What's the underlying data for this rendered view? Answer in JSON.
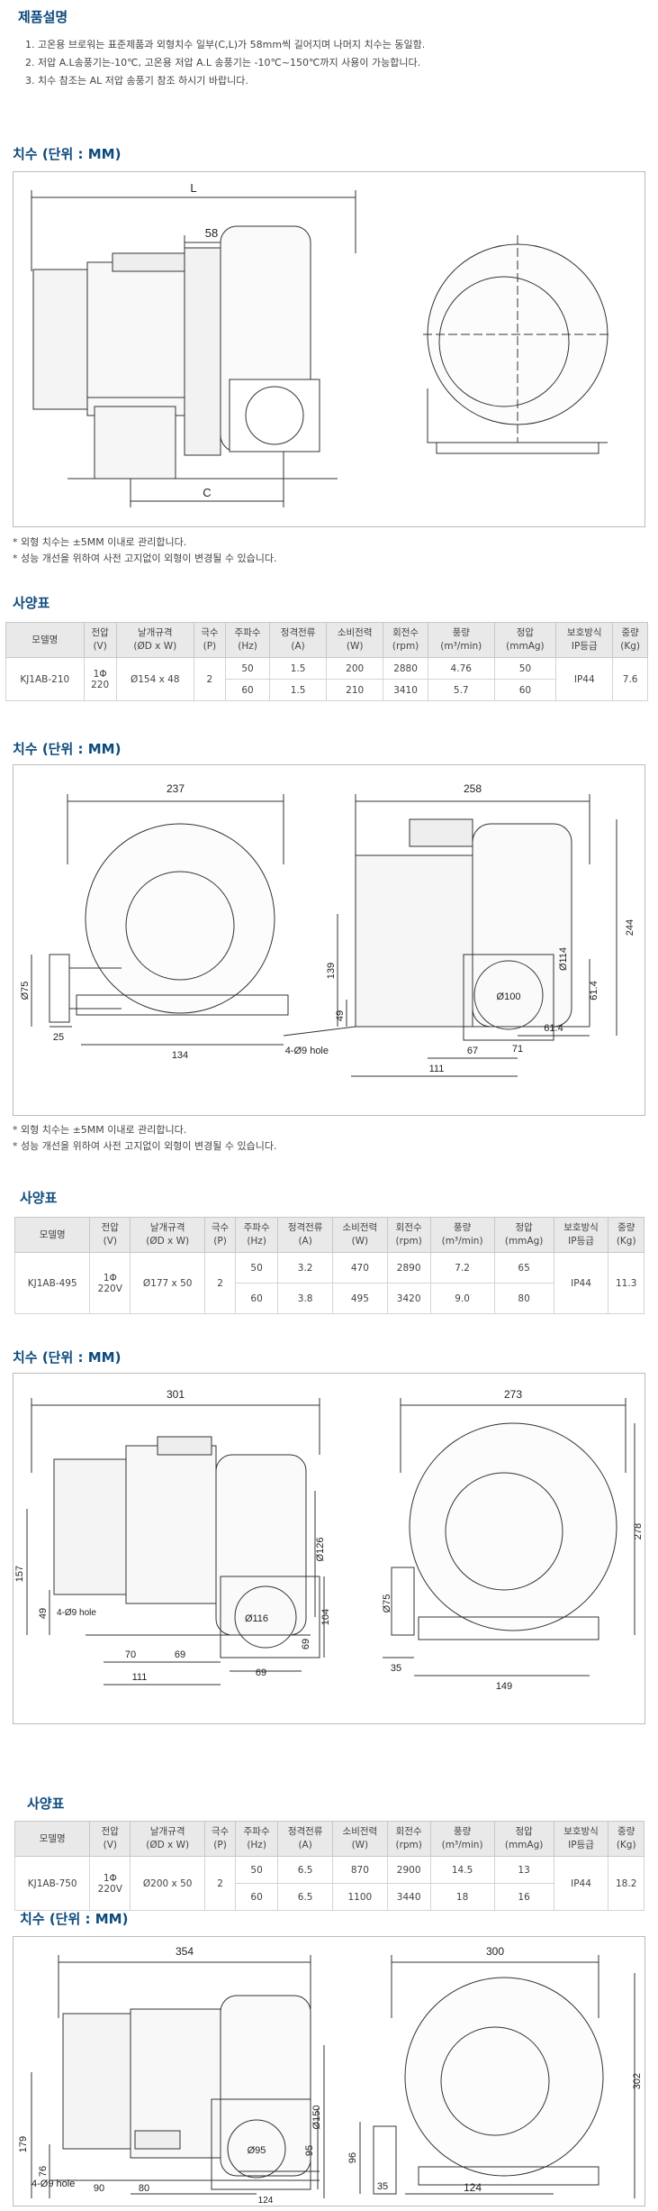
{
  "product_desc": {
    "title": "제품설명",
    "items": [
      "1.  고온용 브로워는 표준제품과 외형치수 일부(C,L)가 58mm씩 길어지며 나머지 치수는 동일함.",
      "2.  저압 A.L송풍기는-10℃, 고온용 저압 A.L 송풍기는 -10℃~150℃까지 사용이 가능합니다.",
      "3.  치수 참조는 AL 저압 송풍기 참조 하시기 바랍니다."
    ]
  },
  "sections": [
    {
      "dim_title": "치수 (단위 : MM)",
      "dims": {
        "L": "L",
        "d58": "58",
        "C": "C"
      },
      "notes": [
        "* 외형 치수는 ±5MM 이내로 관리합니다.",
        "* 성능 개선을 위하여 사전 고지없이 외형이 변경될 수 있습니다."
      ]
    },
    {
      "dim_title": "치수 (단위 : MM)",
      "dims": {
        "w": "237",
        "d": "258",
        "phi75": "Ø75",
        "d25": "25",
        "d134": "134",
        "d139": "139",
        "d49": "49",
        "hole": "4-Ø9 hole",
        "d67": "67",
        "d111": "111",
        "d71": "71",
        "d614a": "61.4",
        "d614b": "61.4",
        "phi100": "Ø100",
        "phi114": "Ø114",
        "d244": "244"
      },
      "notes": [
        "* 외형 치수는 ±5MM 이내로 관리합니다.",
        "* 성능 개선을 위하여 사전 고지없이 외형이 변경될 수 있습니다."
      ]
    },
    {
      "dim_title": "치수 (단위 : MM)",
      "dims": {
        "w": "301",
        "d": "273",
        "h": "278",
        "d157": "157",
        "d49": "49",
        "hole": "4-Ø9 hole",
        "d70": "70",
        "d69a": "69",
        "d111": "111",
        "phi116": "Ø116",
        "d69b": "69",
        "d104": "104",
        "phi75": "Ø75",
        "d35": "35",
        "d149": "149",
        "phi126": "Ø126",
        "d69c": "69"
      }
    },
    {
      "dim_title": "치수 (단위 : MM)",
      "dims": {
        "w": "354",
        "d": "300",
        "h": "302",
        "d179": "179",
        "d76": "76",
        "hole": "4-Ø9 hole",
        "d90": "90",
        "d80": "80",
        "d124a": "124",
        "phi95": "Ø95",
        "d95": "95",
        "phi150": "Ø150",
        "d96": "96",
        "d35": "35",
        "d124b": "124"
      }
    }
  ],
  "spec_tables": [
    {
      "title": "사양표",
      "headers": [
        [
          "모델명",
          ""
        ],
        [
          "전압",
          "(V)"
        ],
        [
          "날개규격",
          "(ØD x W)"
        ],
        [
          "극수",
          "(P)"
        ],
        [
          "주파수",
          "(Hz)"
        ],
        [
          "정격전류",
          "(A)"
        ],
        [
          "소비전력",
          "(W)"
        ],
        [
          "회전수",
          "(rpm)"
        ],
        [
          "풍량",
          "(m³/min)"
        ],
        [
          "정압",
          "(mmAg)"
        ],
        [
          "보호방식",
          "IP등급"
        ],
        [
          "중량",
          "(Kg)"
        ]
      ],
      "model": "KJ1AB-210",
      "voltage": "1Φ\n220",
      "blade": "Ø154 x 48",
      "poles": "2",
      "rows": [
        [
          "50",
          "1.5",
          "200",
          "2880",
          "4.76",
          "50"
        ],
        [
          "60",
          "1.5",
          "210",
          "3410",
          "5.7",
          "60"
        ]
      ],
      "ip": "IP44",
      "weight": "7.6"
    },
    {
      "title": "사양표",
      "headers": [
        [
          "모델명",
          ""
        ],
        [
          "전압",
          "(V)"
        ],
        [
          "날개규격",
          "(ØD x W)"
        ],
        [
          "극수",
          "(P)"
        ],
        [
          "주파수",
          "(Hz)"
        ],
        [
          "정격전류",
          "(A)"
        ],
        [
          "소비전력",
          "(W)"
        ],
        [
          "회전수",
          "(rpm)"
        ],
        [
          "풍량",
          "(m³/min)"
        ],
        [
          "정압",
          "(mmAg)"
        ],
        [
          "보호방식",
          "IP등급"
        ],
        [
          "중량",
          "(Kg)"
        ]
      ],
      "model": "KJ1AB-495",
      "voltage": "1Φ\n220V",
      "blade": "Ø177 x 50",
      "poles": "2",
      "rows": [
        [
          "50",
          "3.2",
          "470",
          "2890",
          "7.2",
          "65"
        ],
        [
          "60",
          "3.8",
          "495",
          "3420",
          "9.0",
          "80"
        ]
      ],
      "ip": "IP44",
      "weight": "11.3"
    },
    {
      "title": "사양표",
      "headers": [
        [
          "모델명",
          ""
        ],
        [
          "전압",
          "(V)"
        ],
        [
          "날개규격",
          "(ØD x W)"
        ],
        [
          "극수",
          "(P)"
        ],
        [
          "주파수",
          "(Hz)"
        ],
        [
          "정격전류",
          "(A)"
        ],
        [
          "소비전력",
          "(W)"
        ],
        [
          "회전수",
          "(rpm)"
        ],
        [
          "풍량",
          "(m³/min)"
        ],
        [
          "정압",
          "(mmAg)"
        ],
        [
          "보호방식",
          "IP등급"
        ],
        [
          "중량",
          "(Kg)"
        ]
      ],
      "model": "KJ1AB-750",
      "voltage": "1Φ\n220V",
      "blade": "Ø200 x 50",
      "poles": "2",
      "rows": [
        [
          "50",
          "6.5",
          "870",
          "2900",
          "14.5",
          "13"
        ],
        [
          "60",
          "6.5",
          "1100",
          "3440",
          "18",
          "16"
        ]
      ],
      "ip": "IP44",
      "weight": "18.2"
    }
  ]
}
